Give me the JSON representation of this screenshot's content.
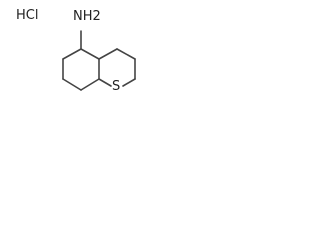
{
  "molecule": {
    "salt_label": "HCl",
    "amine_label": "NH2",
    "sulfur_label": "S"
  }
}
